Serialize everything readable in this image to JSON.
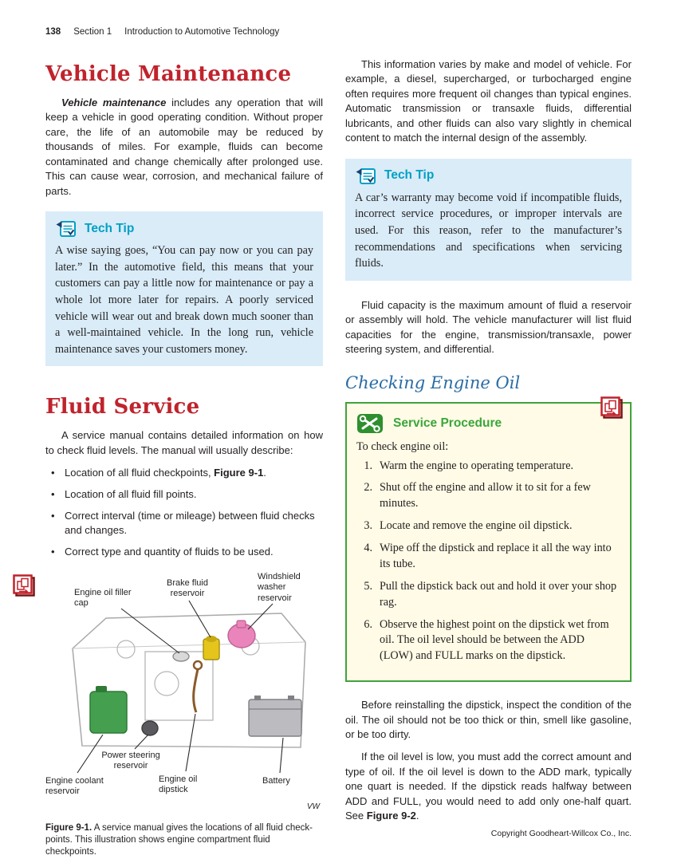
{
  "header": {
    "page_number": "138",
    "section_label": "Section 1",
    "section_title": "Introduction to Automotive Technology"
  },
  "colors": {
    "heading_red": "#c0232c",
    "tech_tip_cyan": "#00a0c6",
    "tip_box_bg": "#d9ecf8",
    "procedure_green": "#3aa63a",
    "procedure_box_bg": "#fffbe6",
    "procedure_border": "#3fa33c",
    "subheading_blue": "#2a6ca5"
  },
  "icons": {
    "tech_tip": "clipboard-notes-icon",
    "service_procedure": "crossed-wrenches-icon",
    "cross_reference": "red-pages-icon"
  },
  "left": {
    "heading": "Vehicle Maintenance",
    "intro_term": "Vehicle maintenance",
    "intro_rest": " includes any operation that will keep a vehicle in good operating condition. Without proper care, the life of an automobile may be reduced by thousands of miles. For example, fluids can become contaminated and change chemically after prolonged use. This can cause wear, corrosion, and mechanical failure of parts.",
    "tech_tip": {
      "title": "Tech Tip",
      "body": "A wise saying goes, “You can pay now or you can pay later.” In the automotive field, this means that your customers can pay a little now for maintenance or pay a whole lot more later for repairs. A poorly serviced vehicle will wear out and break down much sooner than a well-maintained vehicle. In the long run, vehicle maintenance saves your customers money."
    },
    "heading2": "Fluid Service",
    "fluid_intro": "A service manual contains detailed information on how to check fluid levels. The manual will usually describe:",
    "bullets": [
      {
        "pre": "Location of all fluid checkpoints, ",
        "bold": "Figure 9-1",
        "post": "."
      },
      {
        "pre": "Location of all fluid fill points.",
        "bold": "",
        "post": ""
      },
      {
        "pre": "Correct interval (time or mileage) between fluid checks and changes.",
        "bold": "",
        "post": ""
      },
      {
        "pre": "Correct type and quantity of fluids to be used.",
        "bold": "",
        "post": ""
      }
    ],
    "figure": {
      "labels": [
        "Engine oil filler cap",
        "Brake fluid reservoir",
        "Windshield washer reservoir",
        "Power steering reservoir",
        "Engine coolant reservoir",
        "Engine oil dipstick",
        "Battery"
      ],
      "credit": "VW",
      "caption_label": "Figure 9-1.",
      "caption_text": "A service manual gives the locations of all fluid check­points. This illustration shows engine compartment fluid checkpoints."
    }
  },
  "right": {
    "para1": "This information varies by make and model of vehicle. For example, a diesel, supercharged, or turbocharged engine often requires more frequent oil changes than typical engines. Automatic transmission or transaxle fluids, differential lubricants, and other fluids can also vary slightly in chemical content to match the internal design of the assembly.",
    "tech_tip": {
      "title": "Tech Tip",
      "body": "A car’s warranty may become void if incompatible fluids, incorrect service procedures, or improper intervals are used. For this reason, refer to the manufacturer’s recommendations and specifications when servicing fluids."
    },
    "para2": "Fluid capacity is the maximum amount of fluid a reservoir or assembly will hold. The vehicle manufacturer will list fluid capacities for the engine, transmission/transaxle, power steering system, and differential.",
    "subheading": "Checking Engine Oil",
    "procedure": {
      "title": "Service Procedure",
      "lead": "To check engine oil:",
      "steps": [
        {
          "num": "1.",
          "text": "Warm the engine to operating temperature."
        },
        {
          "num": "2.",
          "text": "Shut off the engine and allow it to sit for a few minutes."
        },
        {
          "num": "3.",
          "text": "Locate and remove the engine oil dipstick."
        },
        {
          "num": "4.",
          "text": "Wipe off the dipstick and replace it all the way into its tube."
        },
        {
          "num": "5.",
          "text": "Pull the dipstick back out and hold it over your shop rag."
        },
        {
          "num": "6.",
          "text": "Observe the highest point on the dipstick wet from oil. The oil level should be between the ADD (LOW) and FULL marks on the dipstick."
        }
      ]
    },
    "para3": "Before reinstalling the dipstick, inspect the condition of the oil. The oil should not be too thick or thin, smell like gasoline, or be too dirty.",
    "para4_pre": "If the oil level is low, you must add the correct amount and type of oil. If the oil level is down to the ADD mark, typically one quart is needed. If the dipstick reads halfway between ADD and FULL, you would need to add only one-half quart. See ",
    "para4_bold": "Figure 9-2",
    "para4_post": "."
  },
  "footer": {
    "copyright": "Copyright Goodheart-Willcox Co., Inc."
  }
}
